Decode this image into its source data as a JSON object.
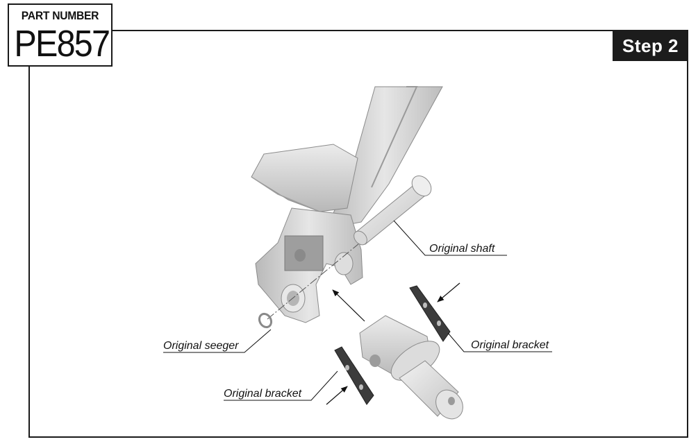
{
  "header": {
    "part_label": "PART NUMBER",
    "part_number": "PE857",
    "step": "Step 2"
  },
  "callouts": {
    "shaft": "Original shaft",
    "seeger": "Original seeger",
    "bracket_right": "Original bracket",
    "bracket_left": "Original bracket"
  },
  "colors": {
    "border": "#1a1a1a",
    "step_bg": "#1c1c1c",
    "part_grey": "#cfcfcf"
  }
}
